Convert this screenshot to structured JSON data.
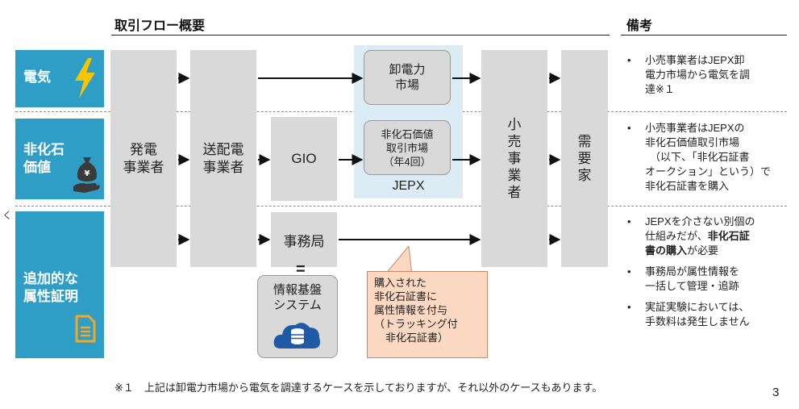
{
  "header": {
    "flow_title": "取引フロー概要",
    "notes_title": "備考"
  },
  "categories": {
    "electricity": {
      "line1": "電気",
      "icon": "lightning-icon"
    },
    "non_fossil": {
      "line1": "非化石",
      "line2": "価値",
      "icon": "money-bag-hand-icon",
      "yen": "¥"
    },
    "attribute": {
      "line1": "追加的な",
      "line2": "属性証明",
      "icon": "document-icon"
    }
  },
  "flow": {
    "generator": {
      "line1": "発電",
      "line2": "事業者"
    },
    "transmission": {
      "line1": "送配電",
      "line2": "事業者"
    },
    "gio": "GIO",
    "secretariat": "事務局",
    "wholesale": {
      "line1": "卸電力",
      "line2": "市場"
    },
    "nfc_market": {
      "line1": "非化石価値",
      "line2": "取引市場",
      "line3": "（年4回）"
    },
    "jepx": "JEPX",
    "retailer": [
      "小",
      "売",
      "事",
      "業",
      "者"
    ],
    "consumer": [
      "需",
      "要",
      "家"
    ],
    "info_system": {
      "line1": "情報基盤",
      "line2": "システム",
      "icon": "cloud-database-icon"
    },
    "equals": "=",
    "callout": {
      "line1": "購入された",
      "line2": "非化石証書に",
      "line3": "属性情報を付与",
      "line4": "（トラッキング付",
      "line5": "非化石証書）"
    }
  },
  "notes": {
    "electricity": [
      "小売事業者はJEPX卸",
      "電力市場から電気を調",
      "達※１"
    ],
    "non_fossil": [
      "小売事業者はJEPXの",
      "非化石価値取引市場",
      "（以下、「非化石証書",
      "オークション」という）で",
      "非化石証書を購入"
    ],
    "attribute1": {
      "pre": "JEPXを介さない別個の",
      "mid": "仕組みだが、",
      "bold1": "非化石証",
      "bold2": "書の購入",
      "post": "が必要"
    },
    "attribute2": [
      "事務局が属性情報を",
      "一括して管理・追跡"
    ],
    "attribute3": [
      "実証実験においては、",
      "手数料は発生しません"
    ],
    "bullet": "•"
  },
  "footnote": "※１　上記は卸電力市場から電気を調達するケースを示しておりますが、それ以外のケースもあります。",
  "page_number": "3",
  "side_mark": "く",
  "colors": {
    "category": "#2f9ec6",
    "box": "#d9d9d9",
    "jepx_bg": "#dcecf5",
    "callout": "#fbd8c1",
    "bolt": "#f7c500",
    "doc": "#f5a623"
  }
}
